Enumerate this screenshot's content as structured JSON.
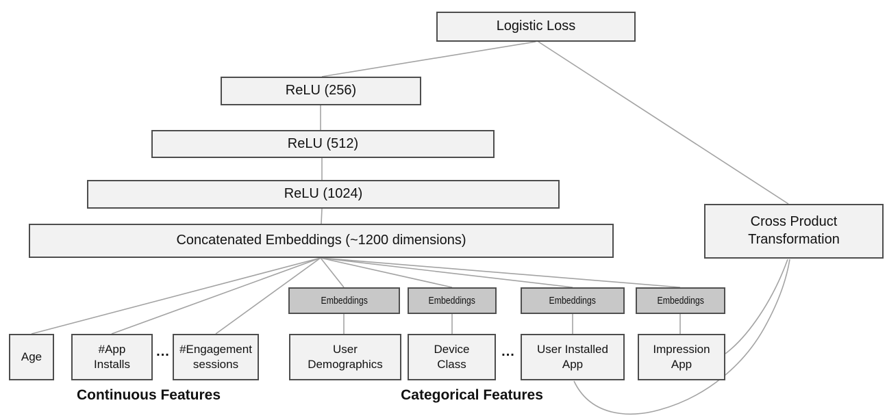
{
  "colors": {
    "box_fill": "#f2f2f2",
    "box_border": "#4d4d4d",
    "embed_fill": "#c8c8c8",
    "embed_border": "#4f4f4f",
    "edge": "#a3a3a3",
    "text": "#111111"
  },
  "nodes": {
    "logistic_loss": "Logistic Loss",
    "relu_256": "ReLU (256)",
    "relu_512": "ReLU (512)",
    "relu_1024": "ReLU (1024)",
    "concatenated_embeddings": "Concatenated Embeddings (~1200 dimensions)",
    "cross_product": "Cross Product\nTransformation",
    "embedding_boxes": [
      "Embeddings",
      "Embeddings",
      "Embeddings",
      "Embeddings"
    ]
  },
  "inputs": {
    "continuous": [
      {
        "label": "Age"
      },
      {
        "label": "#App\nInstalls"
      },
      {
        "label": "#Engagement\nsessions"
      }
    ],
    "categorical": [
      {
        "label": "User\nDemographics"
      },
      {
        "label": "Device\nClass"
      },
      {
        "label": "User Installed\nApp"
      },
      {
        "label": "Impression\nApp"
      }
    ],
    "ellipsis_continuous": "...",
    "ellipsis_categorical": "..."
  },
  "group_labels": {
    "continuous": "Continuous Features",
    "categorical": "Categorical Features"
  }
}
